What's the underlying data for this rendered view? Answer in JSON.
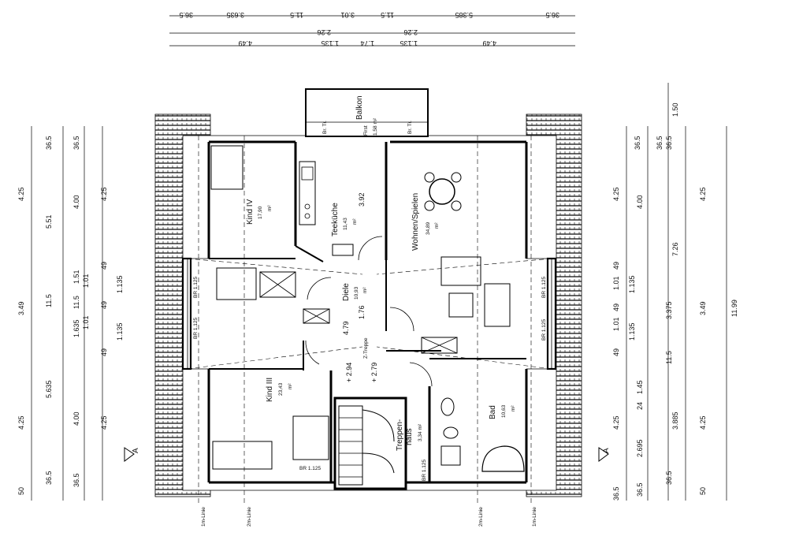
{
  "rooms": {
    "kind4": {
      "name": "Kind IV",
      "area": "17,90",
      "unit": "m²"
    },
    "teekueche": {
      "name": "Teeküche",
      "area": "11,43",
      "unit": "m²",
      "ceiling": "3.92"
    },
    "balkon": {
      "name": "Balkon",
      "first": "First",
      "area": "1,58 m²",
      "br_left": "Br. Tr.",
      "br_right": "Br. Tr."
    },
    "wohnen": {
      "name": "Wohnen/Spielen",
      "area": "34,89",
      "unit": "m²"
    },
    "diele": {
      "name": "Diele",
      "area": "10,93",
      "unit": "m²",
      "dim_a": "4.79",
      "dim_b": "1.76",
      "treppe": "Z-Treppe"
    },
    "kind3": {
      "name": "Kind III",
      "area": "23,43",
      "unit": "m²"
    },
    "treppenhaus": {
      "name": "Treppen-",
      "name2": "haus",
      "area": "3,34 m²"
    },
    "bad": {
      "name": "Bad",
      "area": "10,63",
      "unit": "m²"
    }
  },
  "levels": {
    "a": "+ 2.94",
    "b": "+ 2.79"
  },
  "br_labels": {
    "l1": "BR 1.125",
    "l2": "BR 1.125",
    "r1": "BR 1.125",
    "r2": "BR 1.125",
    "b1": "BR 1.125",
    "b2": "BR 1.125"
  },
  "top_dims": {
    "row1": [
      "36.5",
      "3.635",
      "11.5",
      "3.01",
      "11.5",
      "5.385",
      "36.5"
    ],
    "row2": [
      "2.26",
      "2.26"
    ],
    "row3": [
      "4.49",
      "1.135",
      "1.74",
      "1.135",
      "4.49"
    ]
  },
  "left_dims": {
    "col1": [
      "4.25",
      "5.51",
      "3.49",
      "11.5",
      "5.635",
      "4.25",
      "50"
    ],
    "col2": [
      "36.5",
      "4.00",
      "1.51",
      "11.5",
      "1.635",
      "4.00",
      "36.5"
    ],
    "col3": [
      "36.5",
      "4.25",
      "49",
      "1.01",
      "49",
      "1.01",
      "49",
      "4.25",
      "36.5"
    ],
    "col4": [
      "1.135",
      "1.135"
    ]
  },
  "right_dims": {
    "col1": [
      "36.5",
      "4.25",
      "49",
      "1.01",
      "49",
      "1.01",
      "49",
      "4.25",
      "36.5"
    ],
    "col2": [
      "36.5",
      "4.00",
      "1.135",
      "1.135",
      "1.45",
      "24",
      "2.695",
      "36.5"
    ],
    "col3": [
      "1.50",
      "36.5",
      "7.26",
      "3.375",
      "11.5",
      "3.885",
      "36.5"
    ],
    "col4": [
      "4.25",
      "3.49",
      "4.25",
      "50"
    ],
    "col5": [
      "11.99"
    ]
  },
  "section_marks": {
    "left": "A",
    "right": "A"
  },
  "axis_labels": [
    "1m-Linie",
    "2m-Linie",
    "2m-Linie",
    "1m-Linie"
  ]
}
